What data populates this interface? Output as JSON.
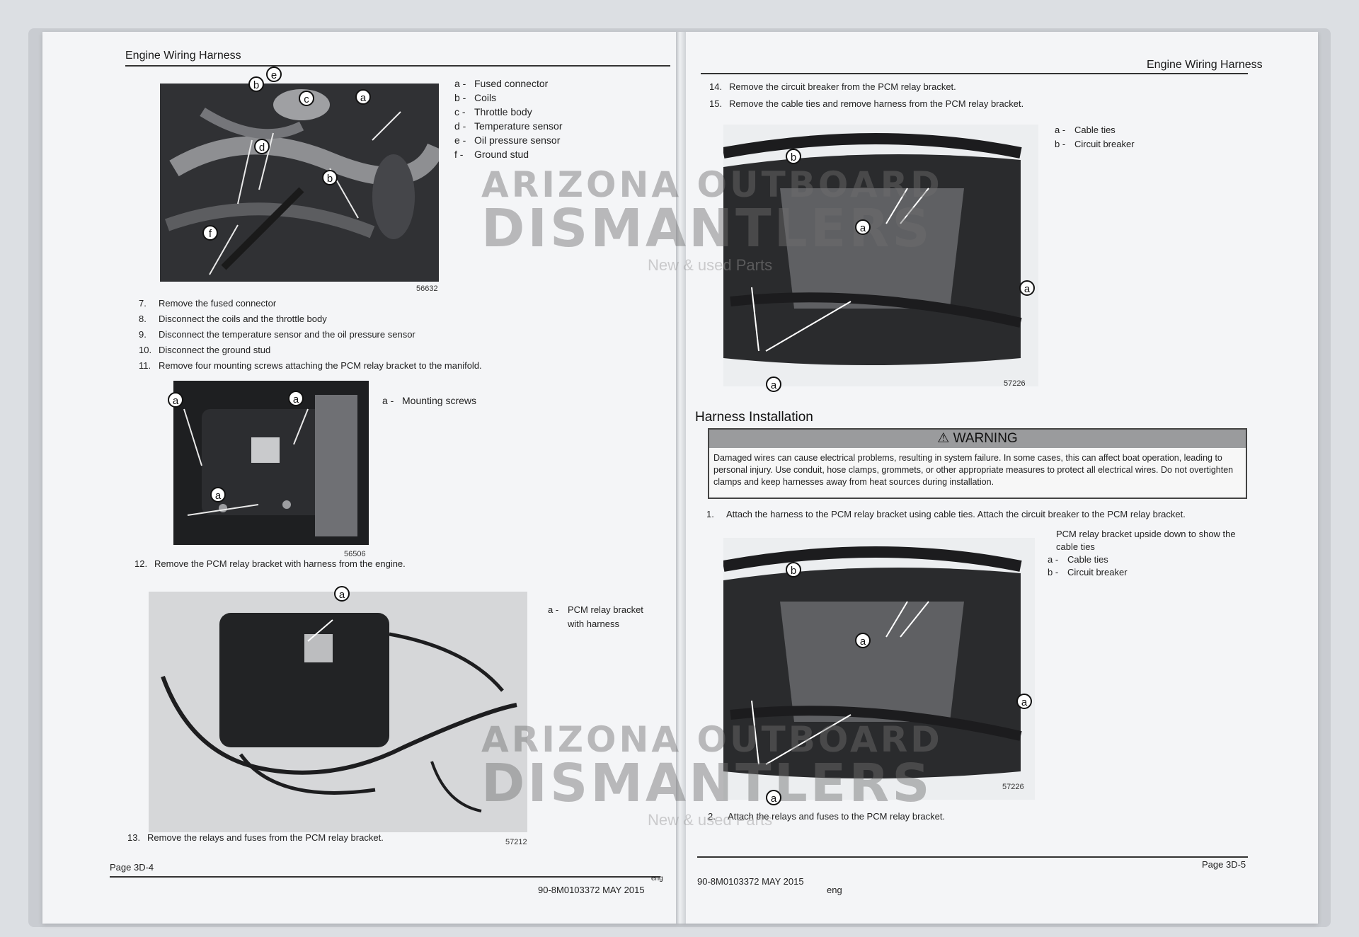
{
  "left_page": {
    "header": "Engine Wiring Harness",
    "figure1": {
      "number": "56632",
      "legend": [
        {
          "key": "a -",
          "label": "Fused connector"
        },
        {
          "key": "b -",
          "label": "Coils"
        },
        {
          "key": "c -",
          "label": "Throttle body"
        },
        {
          "key": "d -",
          "label": "Temperature sensor"
        },
        {
          "key": "e -",
          "label": "Oil pressure sensor"
        },
        {
          "key": "f -",
          "label": "Ground stud"
        }
      ],
      "callouts": [
        "b",
        "e",
        "c",
        "a",
        "d",
        "b",
        "f"
      ]
    },
    "steps_a": [
      {
        "n": "7.",
        "text": "Remove the fused connector"
      },
      {
        "n": "8.",
        "text": "Disconnect the coils and the throttle body"
      },
      {
        "n": "9.",
        "text": "Disconnect the temperature sensor and the oil pressure sensor"
      },
      {
        "n": "10.",
        "text": "Disconnect the ground stud"
      },
      {
        "n": "11.",
        "text": "Remove four mounting screws attaching the PCM relay bracket to the manifold."
      }
    ],
    "figure2": {
      "number": "56506",
      "legend": [
        {
          "key": "a -",
          "label": "Mounting screws"
        }
      ],
      "callouts": [
        "a",
        "a",
        "a"
      ]
    },
    "step_12": {
      "n": "12.",
      "text": "Remove the PCM relay bracket with harness from the engine."
    },
    "figure3": {
      "number": "57212",
      "legend": [
        {
          "key": "a -",
          "label": "PCM relay bracket with harness"
        }
      ],
      "callouts": [
        "a"
      ]
    },
    "step_13": {
      "n": "13.",
      "text": "Remove the relays and fuses from the PCM relay bracket."
    },
    "footer_page": "Page 3D-4",
    "footer_doc": "90-8M0103372 MAY 2015",
    "footer_lang": "eng"
  },
  "right_page": {
    "header": "Engine Wiring Harness",
    "steps_top": [
      {
        "n": "14.",
        "text": "Remove the circuit breaker from the PCM relay bracket."
      },
      {
        "n": "15.",
        "text": "Remove the cable ties and remove harness from the PCM relay bracket."
      }
    ],
    "figure4": {
      "number": "57226",
      "legend": [
        {
          "key": "a -",
          "label": "Cable ties"
        },
        {
          "key": "b -",
          "label": "Circuit breaker"
        }
      ],
      "callouts": [
        "b",
        "a",
        "a",
        "a"
      ]
    },
    "section_title": "Harness Installation",
    "warning": {
      "title": "WARNING",
      "text": "Damaged wires can cause electrical problems, resulting in system failure. In some cases, this can affect boat operation, leading to personal injury. Use conduit, hose clamps, grommets, or other appropriate measures to protect all electrical wires. Do not overtighten clamps and keep harnesses away from heat sources during installation."
    },
    "step_1": {
      "n": "1.",
      "text": "Attach the harness to the PCM relay bracket using cable ties. Attach the circuit breaker to the PCM relay bracket."
    },
    "figure5": {
      "number": "57226",
      "caption": "PCM relay bracket upside down to show the cable ties",
      "legend": [
        {
          "key": "a -",
          "label": "Cable ties"
        },
        {
          "key": "b -",
          "label": "Circuit breaker"
        }
      ],
      "callouts": [
        "b",
        "a",
        "a",
        "a"
      ]
    },
    "step_2": {
      "n": "2.",
      "text": "Attach the relays and fuses to the PCM relay bracket."
    },
    "footer_page": "Page 3D-5",
    "footer_doc": "90-8M0103372 MAY 2015",
    "footer_lang": "eng"
  },
  "watermark": {
    "line1": "ARIZONA OUTBOARD",
    "line2": "DISMANTLERS",
    "line3": "New & used Parts"
  },
  "colors": {
    "paper": "#f4f5f7",
    "background": "#dcdfe3",
    "warning_header": "#9a9b9d",
    "photo_dark": "#2b2c2e"
  }
}
